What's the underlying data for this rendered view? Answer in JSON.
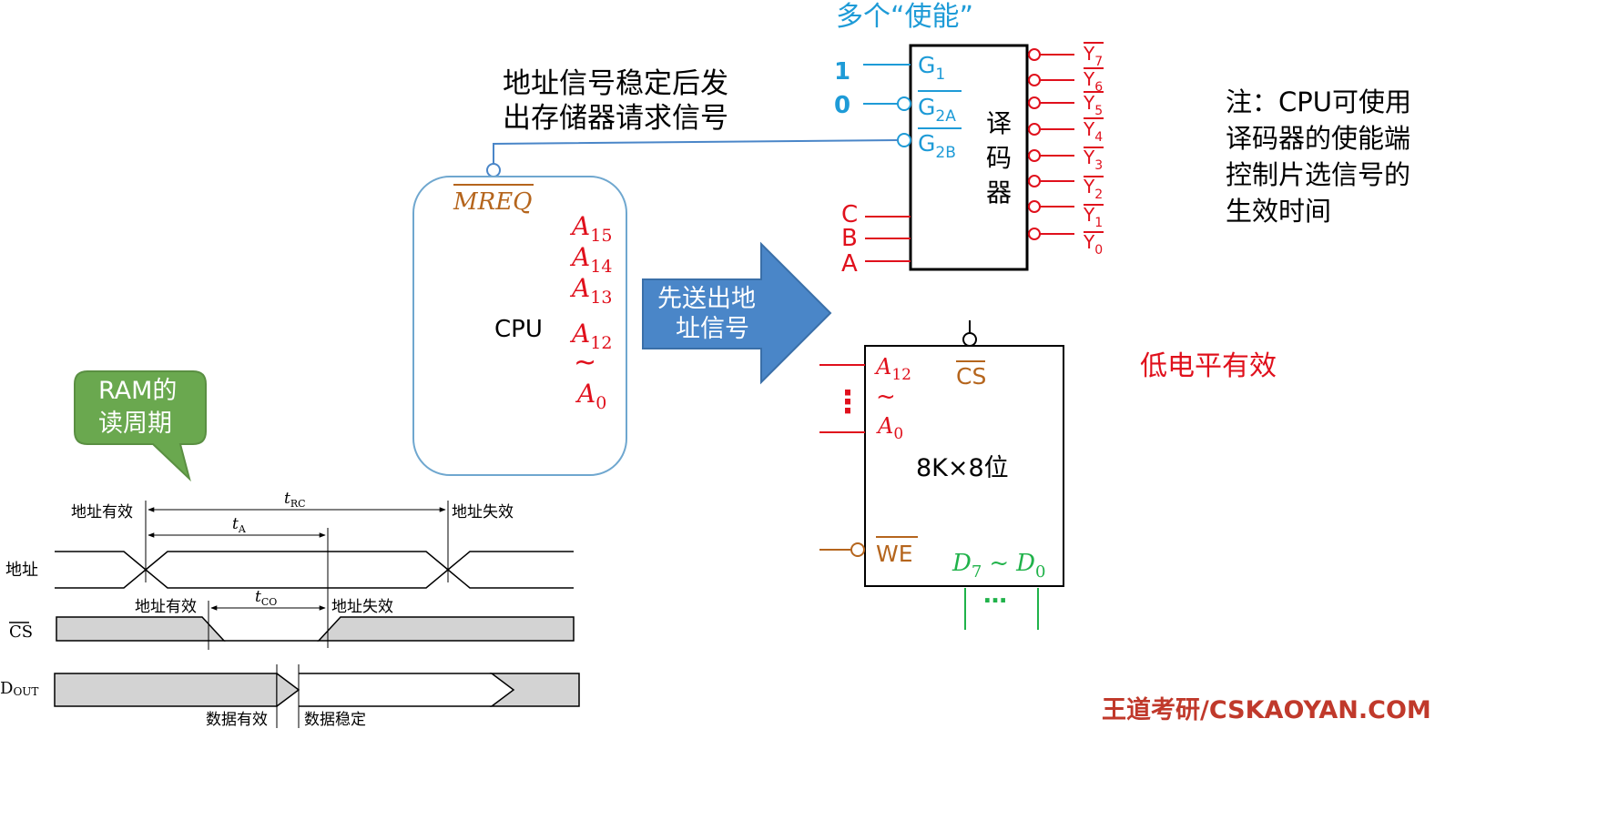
{
  "labels": {
    "enable_title": "多个“使能”",
    "mreq_note_line1": "地址信号稳定后发",
    "mreq_note_line2": "出存储器请求信号",
    "side_note_line1": "注：CPU可使用",
    "side_note_line2": "译码器的使能端",
    "side_note_line3": "控制片选信号的",
    "side_note_line4": "生效时间",
    "low_active": "低电平有效",
    "watermark": "王道考研/CSKAOYAN.COM"
  },
  "decoder": {
    "title_chars": [
      "译",
      "码",
      "器"
    ],
    "g1_value": "1",
    "g2a_value": "0",
    "inputs": [
      {
        "base": "G",
        "sub": "1",
        "bar": false
      },
      {
        "base": "G",
        "sub": "2A",
        "bar": true
      },
      {
        "base": "G",
        "sub": "2B",
        "bar": true
      }
    ],
    "select_inputs": [
      "C",
      "B",
      "A"
    ],
    "outputs": [
      {
        "base": "Y",
        "sub": "7"
      },
      {
        "base": "Y",
        "sub": "6"
      },
      {
        "base": "Y",
        "sub": "5"
      },
      {
        "base": "Y",
        "sub": "4"
      },
      {
        "base": "Y",
        "sub": "3"
      },
      {
        "base": "Y",
        "sub": "2"
      },
      {
        "base": "Y",
        "sub": "1"
      },
      {
        "base": "Y",
        "sub": "0"
      }
    ]
  },
  "cpu": {
    "label": "CPU",
    "mreq": "MREQ",
    "address_lines": [
      {
        "base": "A",
        "sub": "15"
      },
      {
        "base": "A",
        "sub": "14"
      },
      {
        "base": "A",
        "sub": "13"
      },
      {
        "base": "A",
        "sub": "12"
      }
    ],
    "tilde": "~",
    "last_line": {
      "base": "A",
      "sub": "0"
    }
  },
  "arrow": {
    "line1": "先送出地",
    "line2": "址信号"
  },
  "memory": {
    "label": "8K×8位",
    "cs": "CS",
    "we": "WE",
    "addr_hi": {
      "base": "A",
      "sub": "12"
    },
    "tilde": "~",
    "addr_lo": {
      "base": "A",
      "sub": "0"
    },
    "data": {
      "hi_base": "D",
      "hi_sub": "7",
      "sep": "~",
      "lo_base": "D",
      "lo_sub": "0"
    },
    "dots_v": "⋮",
    "dots_h": "…"
  },
  "callout": {
    "line1": "RAM的",
    "line2": "读周期"
  },
  "timing": {
    "rows": [
      {
        "base": "地址",
        "sub": ""
      },
      {
        "base": "CS",
        "sub": ""
      },
      {
        "base": "D",
        "sub": "OUT"
      }
    ],
    "addr_valid_1": "地址有效",
    "addr_invalid_1": "地址失效",
    "addr_valid_2": "地址有效",
    "addr_invalid_2": "地址失效",
    "data_valid": "数据有效",
    "data_stable": "数据稳定",
    "t_rc": {
      "base": "t",
      "sub": "RC"
    },
    "t_a": {
      "base": "t",
      "sub": "A"
    },
    "t_co": {
      "base": "t",
      "sub": "CO"
    }
  },
  "colors": {
    "enable_blue": "#1e9bd7",
    "red": "#e0101c",
    "brown": "#b5651d",
    "green": "#20b24a",
    "arrow_blue": "#4a86c8",
    "callout_green": "#6aa84f",
    "cpu_border": "#6fa7cf",
    "timing_gray": "#d3d3d3",
    "watermark_red": "#c0392b"
  }
}
